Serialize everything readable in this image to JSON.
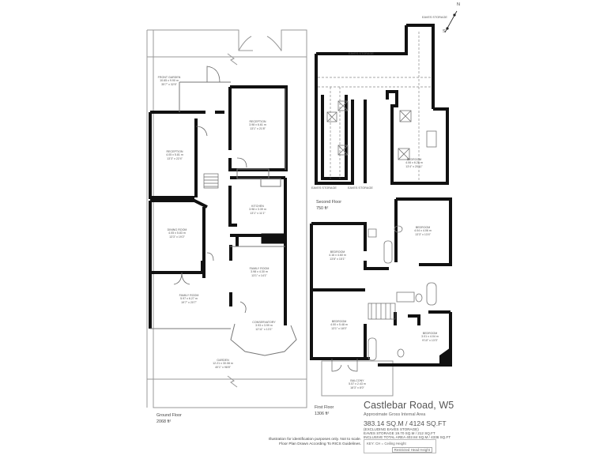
{
  "property": {
    "title": "Castlebar Road, W5",
    "subtitle": "Approximate Gross Internal Area",
    "area_main": "383.14 SQ.M / 4124 SQ.FT",
    "area_notes": [
      "(EXCLUDING EAVES STORAGE)",
      "EAVES STORAGE  19.70 SQ.M / 212 SQ.FT",
      "INCLUSIVE TOTAL AREA 402.84 SQ.M / 4336 SQ.FT"
    ]
  },
  "key": {
    "line1": "KEY: CH = Ceiling Height",
    "line2": "Restricted Head Height"
  },
  "disclaimer": {
    "line1": "Illustration for identification purposes only. Not to scale.",
    "line2": "Floor Plan Drawn According To RICS Guidelines."
  },
  "compass": {
    "north": "N",
    "south": "S"
  },
  "floors": {
    "ground": {
      "name": "Ground Floor",
      "area": "2068 ft²",
      "rooms": [
        {
          "name": "Front Garden",
          "metric": "10.65 x 9.90 m",
          "imperial": "35'7\" x 32'6\""
        },
        {
          "name": "Reception",
          "metric": "3.98 x 6.61 m",
          "imperial": "13'1\" x 21'8\""
        },
        {
          "name": "Reception",
          "metric": "4.05 x 5.81 m",
          "imperial": "13'3\" x 22'4\""
        },
        {
          "name": "Kitchen",
          "metric": "3.98 x 3.39 m",
          "imperial": "13'1\" x 11'1\""
        },
        {
          "name": "Dining Room",
          "metric": "4.05 x 5.83 m",
          "imperial": "13'3\" x 19'2\""
        },
        {
          "name": "Family Room",
          "metric": "3.98 x 4.30 m",
          "imperial": "13'1\" x 14'1\""
        },
        {
          "name": "Family Room",
          "metric": "5.97 x 6.27 m",
          "imperial": "19'7\" x 20'7\""
        },
        {
          "name": "Conservatory",
          "metric": "3.93 x 3.99 m",
          "imperial": "12'11\" x 13'1\""
        },
        {
          "name": "Garden",
          "metric": "12.21 x 30.08 m",
          "imperial": "40'1\" x 98'8\""
        }
      ]
    },
    "second": {
      "name": "Second Floor",
      "area": "750 ft²",
      "storage_labels": [
        "Eaves Storage",
        "Eaves Storage",
        "Eaves Storage",
        "Eaves Storage"
      ],
      "rooms": [
        {
          "name": "Bedroom",
          "metric": "4.06 x 6.25 m",
          "imperial": "13'4\" x 20'11\""
        }
      ]
    },
    "first": {
      "name": "First Floor",
      "area": "1306 ft²",
      "rooms": [
        {
          "name": "Bedroom",
          "metric": "4.16 x 4.60 m",
          "imperial": "13'8\" x 15'1\""
        },
        {
          "name": "Bedroom",
          "metric": "4.04 x 4.06 m",
          "imperial": "13'3\" x 13'4\""
        },
        {
          "name": "Bedroom",
          "metric": "4.00 x 5.48 m",
          "imperial": "13'1\" x 18'0\""
        },
        {
          "name": "Bedroom",
          "metric": "3.01 x 4.04 m",
          "imperial": "9'10\" x 13'3\""
        },
        {
          "name": "Balcony",
          "metric": "5.57 x 2.43 m",
          "imperial": "18'3\" x 8'0\""
        }
      ]
    }
  }
}
